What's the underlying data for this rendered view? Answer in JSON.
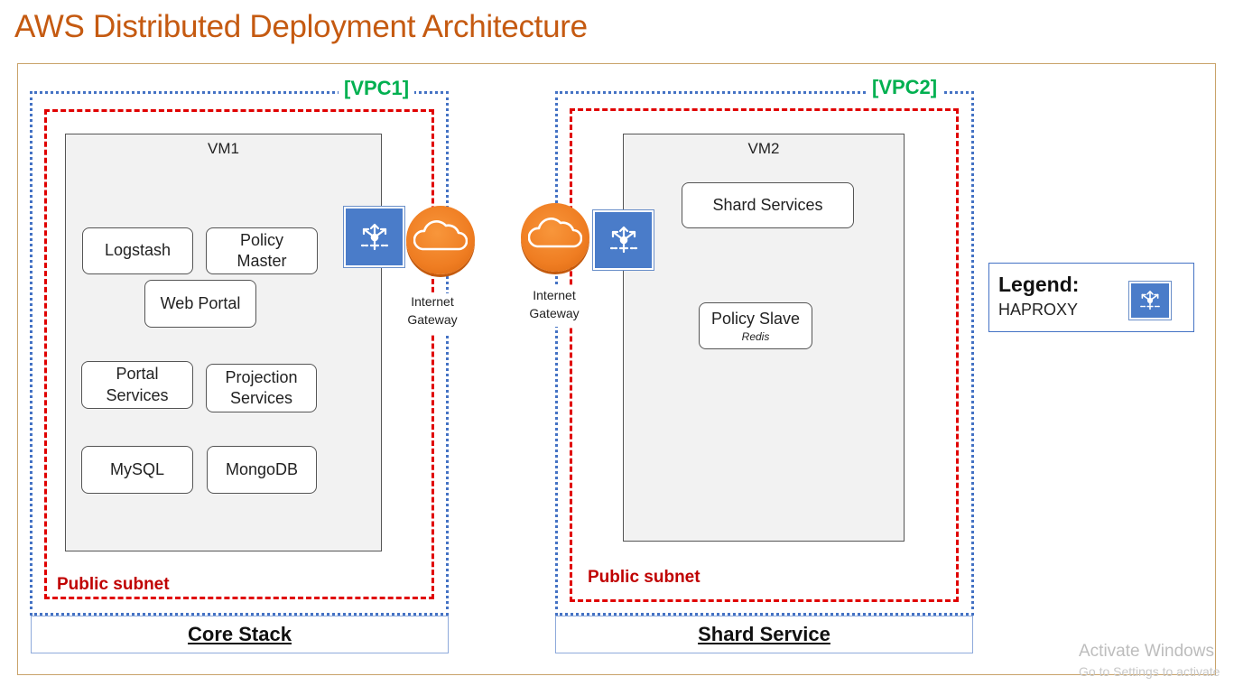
{
  "title": "AWS Distributed Deployment  Architecture",
  "core_stack": {
    "vpc_label": "[VPC1]",
    "subnet_label": "Public subnet",
    "vm_label": "VM1",
    "services": {
      "logstash": "Logstash",
      "policy_master_line1": "Policy",
      "policy_master_line2": "Master",
      "web_portal": "Web Portal",
      "portal_services_line1": "Portal",
      "portal_services_line2": "Services",
      "projection_services_line1": "Projection",
      "projection_services_line2": "Services",
      "mysql": "MySQL",
      "mongodb": "MongoDB"
    },
    "gateway_label_line1": "Internet",
    "gateway_label_line2": "Gateway",
    "stack_label": "Core Stack"
  },
  "shard_stack": {
    "vpc_label": "[VPC2]",
    "subnet_label": "Public subnet",
    "vm_label": "VM2",
    "services": {
      "shard_services": "Shard Services",
      "policy_slave": "Policy Slave",
      "policy_slave_sub": "Redis"
    },
    "gateway_label_line1": "Internet",
    "gateway_label_line2": "Gateway",
    "stack_label": "Shard Service"
  },
  "legend": {
    "title": "Legend:",
    "item_label": "HAPROXY"
  },
  "watermark": {
    "title": "Activate Windows",
    "subtitle": "Go to Settings to activate"
  },
  "icons": {
    "haproxy": "load-balancer-icon",
    "gateway": "cloud-icon"
  },
  "colors": {
    "title": "#c55a11",
    "vpc_label": "#00b050",
    "subnet_border": "#e00000",
    "subnet_label": "#c00000",
    "vpc_border": "#4472c4",
    "haproxy": "#4a7cc9",
    "gateway": "#ef7d22"
  }
}
